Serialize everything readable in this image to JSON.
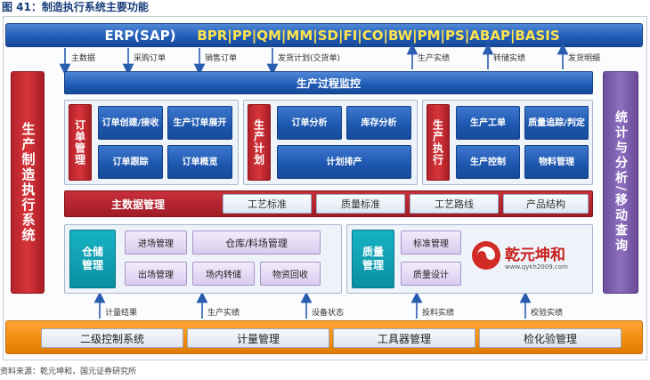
{
  "figure_title": "图 41：制造执行系统主要功能",
  "erp": {
    "label": "ERP(SAP)",
    "modules": "BPR|PP|QM|MM|SD|FI|CO|BW|PM|PS|ABAP|BASIS"
  },
  "top_flows": [
    "主数据",
    "采购订单",
    "销售订单",
    "发货计划(交货单)",
    "生产实绩",
    "转储实绩",
    "发货明细"
  ],
  "left_panel": "生产制造执行系统",
  "right_panel": "统计与分析/移动查询",
  "monitor": "生产过程监控",
  "order_mgmt": {
    "tab": "订单管理",
    "items": [
      "订单创建/接收",
      "生产订单展开",
      "订单跟踪",
      "订单概览"
    ]
  },
  "production_plan": {
    "tab": "生产计划",
    "items": [
      "订单分析",
      "库存分析",
      "计划排产"
    ]
  },
  "production_exec": {
    "tab": "生产执行",
    "items": [
      "生产工单",
      "质量追踪/判定",
      "生产控制",
      "物料管理"
    ]
  },
  "master_data": {
    "label": "主数据管理",
    "items": [
      "工艺标准",
      "质量标准",
      "工艺路线",
      "产品结构"
    ]
  },
  "warehouse": {
    "tab": "仓储管理",
    "items": [
      "进场管理",
      "仓库/料场管理",
      "出场管理",
      "场内转储",
      "物资回收"
    ]
  },
  "quality": {
    "tab": "质量管理",
    "items": [
      "标准管理",
      "质量设计"
    ]
  },
  "logo": {
    "name": "乾元坤和",
    "url": "www.qykh2009.com"
  },
  "bottom_flows": [
    "计量结果",
    "生产实绩",
    "设备状态",
    "投料实绩",
    "校验实绩"
  ],
  "bottom_systems": [
    "二级控制系统",
    "计量管理",
    "工具器管理",
    "检化验管理"
  ],
  "source": "资料来源：乾元坤和，国元证券研究所",
  "colors": {
    "blue": "#1f5bb5",
    "red": "#c8303a",
    "purple": "#8e6fc0",
    "teal": "#0a8fa2",
    "orange": "#f28a0c",
    "erp_modules_text": "#ffe34d"
  }
}
